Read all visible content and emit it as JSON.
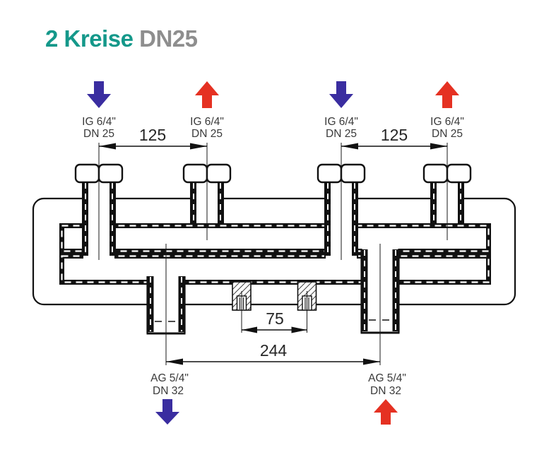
{
  "title": {
    "primary": "2 Kreise",
    "secondary": "DN25"
  },
  "colors": {
    "title_teal": "#14988a",
    "title_gray": "#8e8e8e",
    "flow_blue": "#3a2da0",
    "flow_red": "#e53122",
    "line_black": "#111111"
  },
  "top_connections": [
    {
      "id": "top-1",
      "direction": "down",
      "color_name": "blue",
      "size_label": "IG 6/4\"",
      "dn_label": "DN 25"
    },
    {
      "id": "top-2",
      "direction": "up",
      "color_name": "red",
      "size_label": "IG 6/4\"",
      "dn_label": "DN 25"
    },
    {
      "id": "top-3",
      "direction": "down",
      "color_name": "blue",
      "size_label": "IG 6/4\"",
      "dn_label": "DN 25"
    },
    {
      "id": "top-4",
      "direction": "up",
      "color_name": "red",
      "size_label": "IG 6/4\"",
      "dn_label": "DN 25"
    }
  ],
  "bottom_connections": [
    {
      "id": "bottom-left",
      "direction": "down",
      "color_name": "blue",
      "size_label": "AG 5/4\"",
      "dn_label": "DN 32"
    },
    {
      "id": "bottom-right",
      "direction": "up",
      "color_name": "red",
      "size_label": "AG 5/4\"",
      "dn_label": "DN 32"
    }
  ],
  "dimensions": {
    "top_left": "125",
    "top_right": "125",
    "stud_spacing": "75",
    "bottom_span": "244"
  }
}
